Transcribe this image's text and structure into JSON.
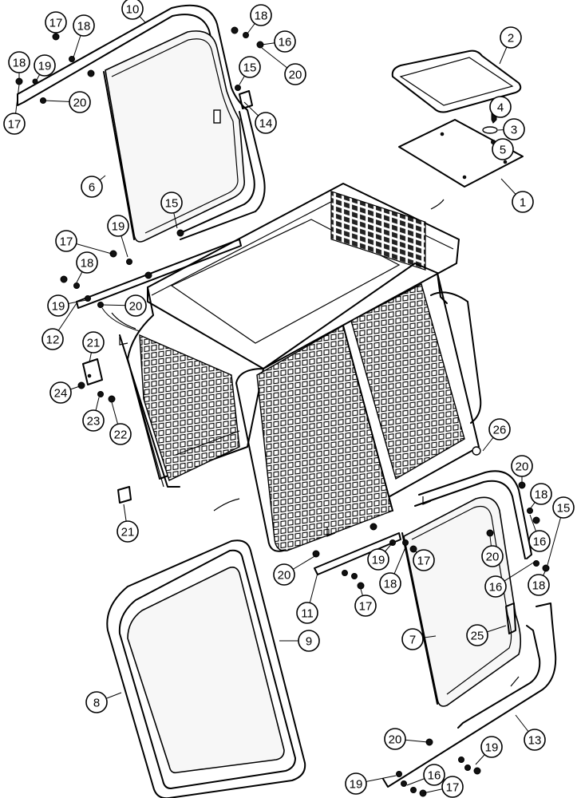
{
  "diagram": {
    "callouts": [
      {
        "label": "10"
      },
      {
        "label": "17"
      },
      {
        "label": "18"
      },
      {
        "label": "18"
      },
      {
        "label": "19"
      },
      {
        "label": "17"
      },
      {
        "label": "20"
      },
      {
        "label": "18"
      },
      {
        "label": "16"
      },
      {
        "label": "15"
      },
      {
        "label": "20"
      },
      {
        "label": "14"
      },
      {
        "label": "2"
      },
      {
        "label": "4"
      },
      {
        "label": "3"
      },
      {
        "label": "5"
      },
      {
        "label": "1"
      },
      {
        "label": "6"
      },
      {
        "label": "15"
      },
      {
        "label": "19"
      },
      {
        "label": "17"
      },
      {
        "label": "18"
      },
      {
        "label": "19"
      },
      {
        "label": "20"
      },
      {
        "label": "12"
      },
      {
        "label": "21"
      },
      {
        "label": "24"
      },
      {
        "label": "23"
      },
      {
        "label": "22"
      },
      {
        "label": "21"
      },
      {
        "label": "26"
      },
      {
        "label": "20"
      },
      {
        "label": "18"
      },
      {
        "label": "15"
      },
      {
        "label": "16"
      },
      {
        "label": "20"
      },
      {
        "label": "17"
      },
      {
        "label": "19"
      },
      {
        "label": "18"
      },
      {
        "label": "20"
      },
      {
        "label": "16"
      },
      {
        "label": "18"
      },
      {
        "label": "17"
      },
      {
        "label": "11"
      },
      {
        "label": "9"
      },
      {
        "label": "7"
      },
      {
        "label": "25"
      },
      {
        "label": "8"
      },
      {
        "label": "13"
      },
      {
        "label": "20"
      },
      {
        "label": "19"
      },
      {
        "label": "19"
      },
      {
        "label": "16"
      },
      {
        "label": "17"
      }
    ]
  }
}
